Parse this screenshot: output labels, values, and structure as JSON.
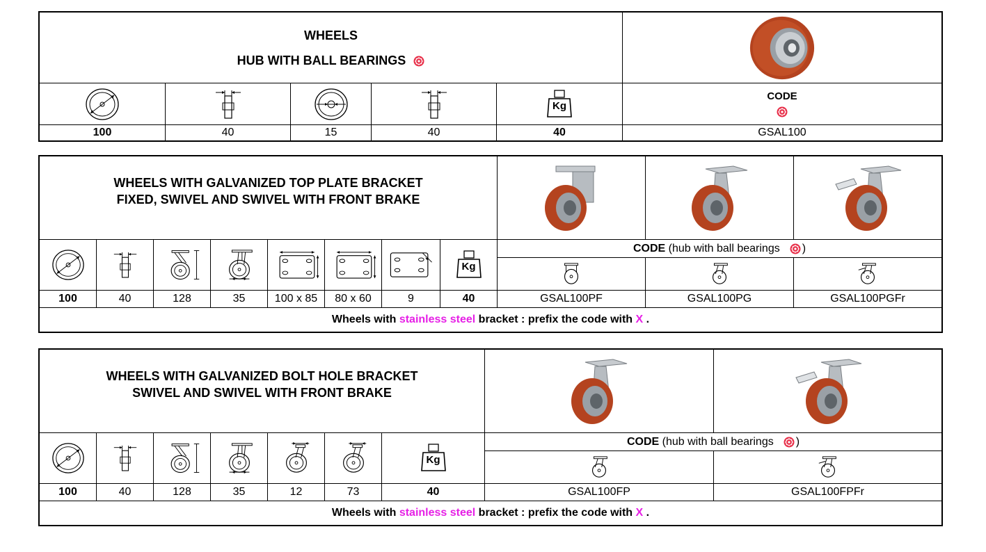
{
  "section1": {
    "title_line1": "WHEELS",
    "title_line2": "HUB WITH BALL BEARINGS",
    "code_label": "CODE",
    "values": [
      "100",
      "40",
      "15",
      "40",
      "40"
    ],
    "code": "GSAL100"
  },
  "section2": {
    "title_line1": "WHEELS WITH GALVANIZED TOP PLATE BRACKET",
    "title_line2": "FIXED, SWIVEL AND SWIVEL WITH FRONT BRAKE",
    "code_label": "CODE",
    "code_note": "(hub with ball bearings",
    "code_note_close": ")",
    "values": [
      "100",
      "40",
      "128",
      "35",
      "100 x 85",
      "80 x 60",
      "9",
      "40"
    ],
    "codes": [
      "GSAL100PF",
      "GSAL100PG",
      "GSAL100PGFr"
    ],
    "footer_pre": "Wheels with ",
    "footer_highlight": "stainless steel",
    "footer_mid": " bracket : prefix the code with ",
    "footer_x": "X",
    "footer_end": " ."
  },
  "section3": {
    "title_line1": "WHEELS WITH GALVANIZED BOLT HOLE BRACKET",
    "title_line2": "SWIVEL AND SWIVEL WITH FRONT BRAKE",
    "code_label": "CODE",
    "code_note": "(hub with ball bearings",
    "code_note_close": ")",
    "values": [
      "100",
      "40",
      "128",
      "35",
      "12",
      "73",
      "40"
    ],
    "codes": [
      "GSAL100FP",
      "GSAL100FPFr"
    ],
    "footer_pre": "Wheels with ",
    "footer_highlight": "stainless steel",
    "footer_mid": " bracket : prefix the code with ",
    "footer_x": "X",
    "footer_end": " ."
  },
  "kg_label": "Kg",
  "colors": {
    "highlight": "#e620e6",
    "bearing_icon": "#e8304a",
    "tyre": "#b4431f"
  }
}
